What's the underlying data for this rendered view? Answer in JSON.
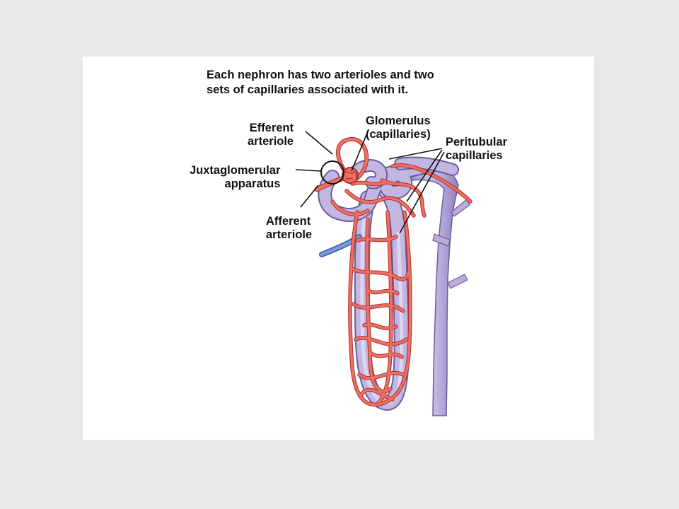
{
  "colors": {
    "background": "#e8e8e8",
    "panel": "#ffffff",
    "vessel_red": "#ee6b62",
    "vessel_red_edge": "#a73229",
    "tubule_purple": "#b9addb",
    "tubule_purple_edge": "#6b5d9a",
    "vein_blue": "#6f8ccd",
    "text": "#111111"
  },
  "caption": {
    "line1": "Each nephron has two arterioles and two",
    "line2": "sets of capillaries associated with it."
  },
  "labels": {
    "efferent_arteriole": {
      "line1": "Efferent",
      "line2": "arteriole"
    },
    "glomerulus": {
      "line1": "Glomerulus",
      "line2": "(capillaries)"
    },
    "peritubular_capillaries": {
      "line1": "Peritubular",
      "line2": "capillaries"
    },
    "juxtaglomerular_apparatus": {
      "line1": "Juxtaglomerular",
      "line2": "apparatus"
    },
    "afferent_arteriole": {
      "line1": "Afferent",
      "line2": "arteriole"
    }
  }
}
